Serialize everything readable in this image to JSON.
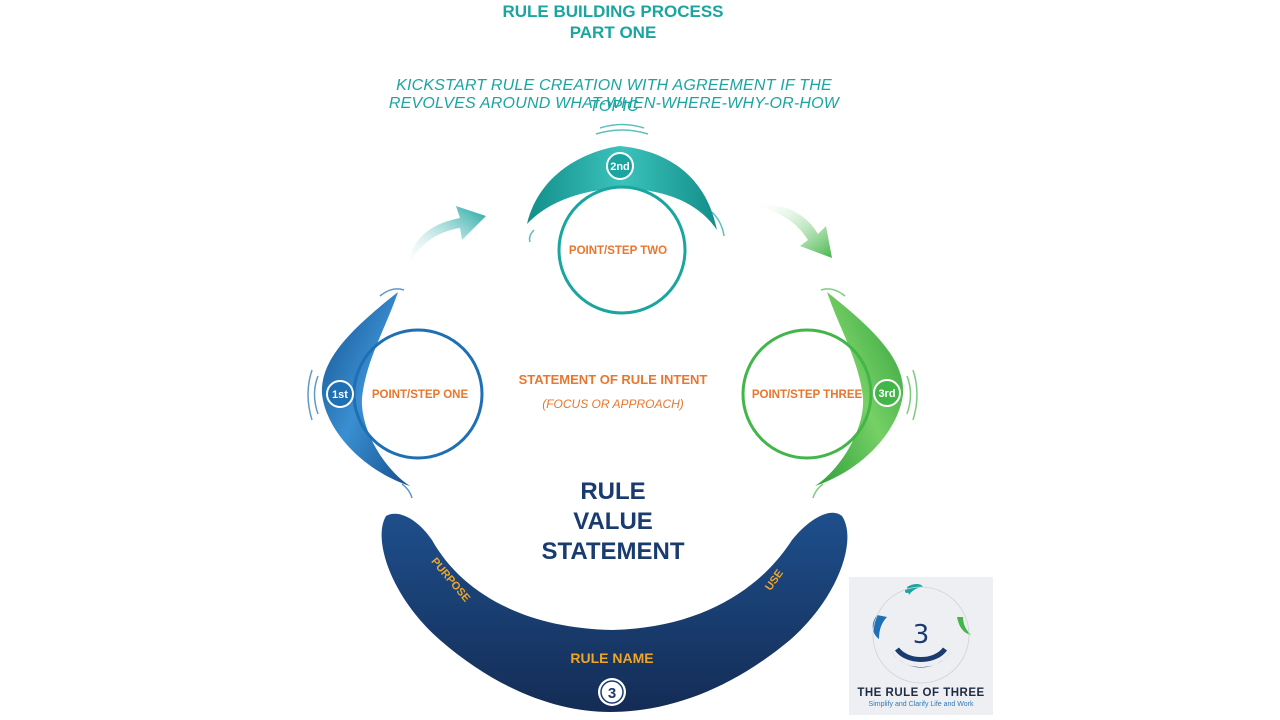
{
  "header": {
    "title_line1": "RULE BUILDING PROCESS",
    "title_line2": "PART ONE",
    "subtitle_line1": "KICKSTART RULE CREATION WITH AGREEMENT IF THE TOPIC",
    "subtitle_line2": "REVOLVES AROUND WHAT-WHEN-WHERE-WHY-OR-HOW"
  },
  "steps": [
    {
      "badge": "1st",
      "label": "POINT/STEP ONE",
      "color": "#1e6fb3"
    },
    {
      "badge": "2nd",
      "label": "POINT/STEP TWO",
      "color": "#1aa5a0"
    },
    {
      "badge": "3rd",
      "label": "POINT/STEP THREE",
      "color": "#44b649"
    }
  ],
  "center": {
    "statement": "STATEMENT OF RULE INTENT",
    "note": "(FOCUS OR APPROACH)"
  },
  "value": {
    "line1": "RULE",
    "line2": "VALUE",
    "line3": "STATEMENT",
    "left_arm": "PURPOSE",
    "right_arm": "USE",
    "name": "RULE NAME",
    "badge": "3"
  },
  "logo": {
    "title": "THE RULE OF  THREE",
    "tagline": "Simplify and Clarify Life and Work"
  },
  "colors": {
    "teal": "#1aa5a0",
    "blue": "#1e6fb3",
    "green": "#44b649",
    "navy": "#1a3b6e",
    "orange": "#e8772e",
    "gold": "#f0a623"
  }
}
